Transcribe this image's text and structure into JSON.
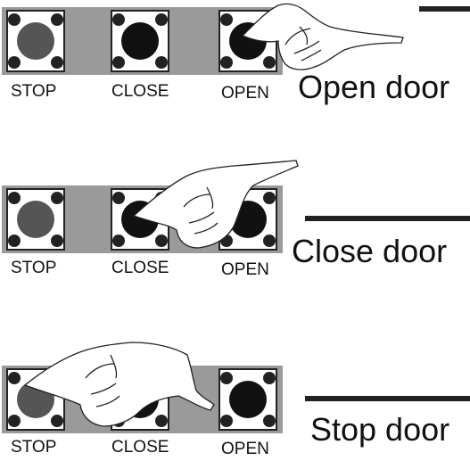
{
  "rows": [
    {
      "id": "open",
      "active": "OPEN",
      "caption": "Open door"
    },
    {
      "id": "close",
      "active": "CLOSE",
      "caption": "Close door"
    },
    {
      "id": "stop",
      "active": "STOP",
      "caption": "Stop door"
    }
  ],
  "buttons": [
    "STOP",
    "CLOSE",
    "OPEN"
  ],
  "colors": {
    "panel": "#9a9a9a",
    "button_face": "#ffffff",
    "stop_knob": "#555555",
    "knob": "#111111",
    "line": "#222222"
  }
}
